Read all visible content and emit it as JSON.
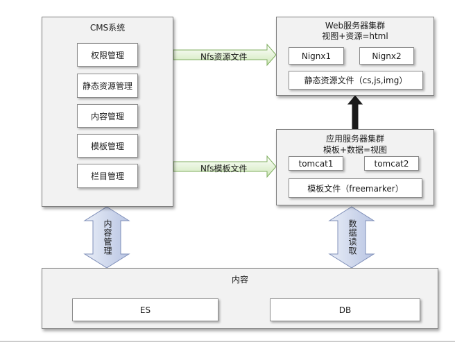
{
  "cms": {
    "title": "CMS系统",
    "items": [
      "权限管理",
      "静态资源管理",
      "内容管理",
      "模板管理",
      "栏目管理"
    ]
  },
  "web": {
    "title_line1": "Web服务器集群",
    "title_line2": "视图+资源=html",
    "nodes": [
      "Nignx1",
      "Nignx2"
    ],
    "static": "静态资源文件（cs,js,img）"
  },
  "app": {
    "title_line1": "应用服务器集群",
    "title_line2": "模板+数据=视图",
    "nodes": [
      "tomcat1",
      "tomcat2"
    ],
    "template": "模板文件（freemarker）"
  },
  "arrows": {
    "nfs_resource": "Nfs资源文件",
    "nfs_template": "Nfs模板文件",
    "content_mgmt": "内容管理",
    "data_read": "数据读取"
  },
  "content": {
    "title": "内容",
    "es": "ES",
    "db": "DB"
  }
}
